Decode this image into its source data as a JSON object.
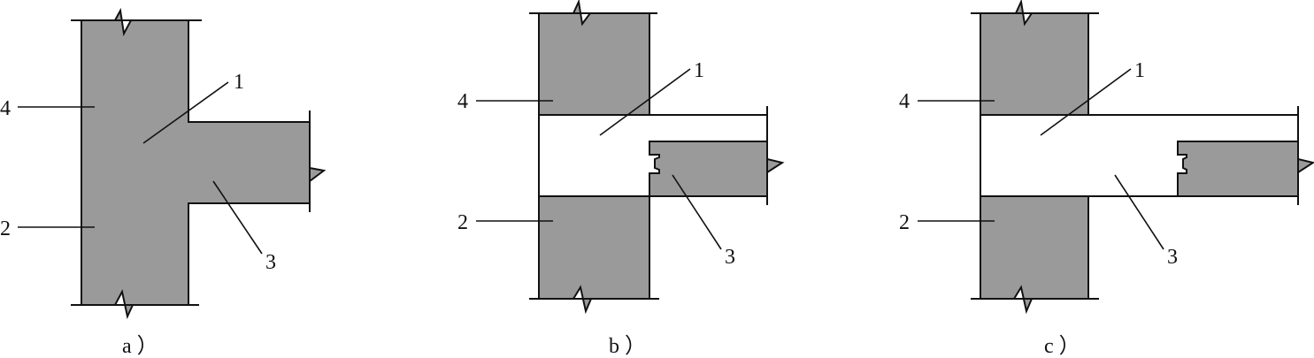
{
  "colors": {
    "concrete_fill": "#9a9a9a",
    "line": "#111111",
    "background": "#ffffff"
  },
  "panels": [
    {
      "caption": "a ）",
      "labels": {
        "l1": "1",
        "l2": "2",
        "l3": "3",
        "l4": "4"
      }
    },
    {
      "caption": "b ）",
      "labels": {
        "l1": "1",
        "l2": "2",
        "l3": "3",
        "l4": "4"
      }
    },
    {
      "caption": "c ）",
      "labels": {
        "l1": "1",
        "l2": "2",
        "l3": "3",
        "l4": "4"
      }
    }
  ]
}
